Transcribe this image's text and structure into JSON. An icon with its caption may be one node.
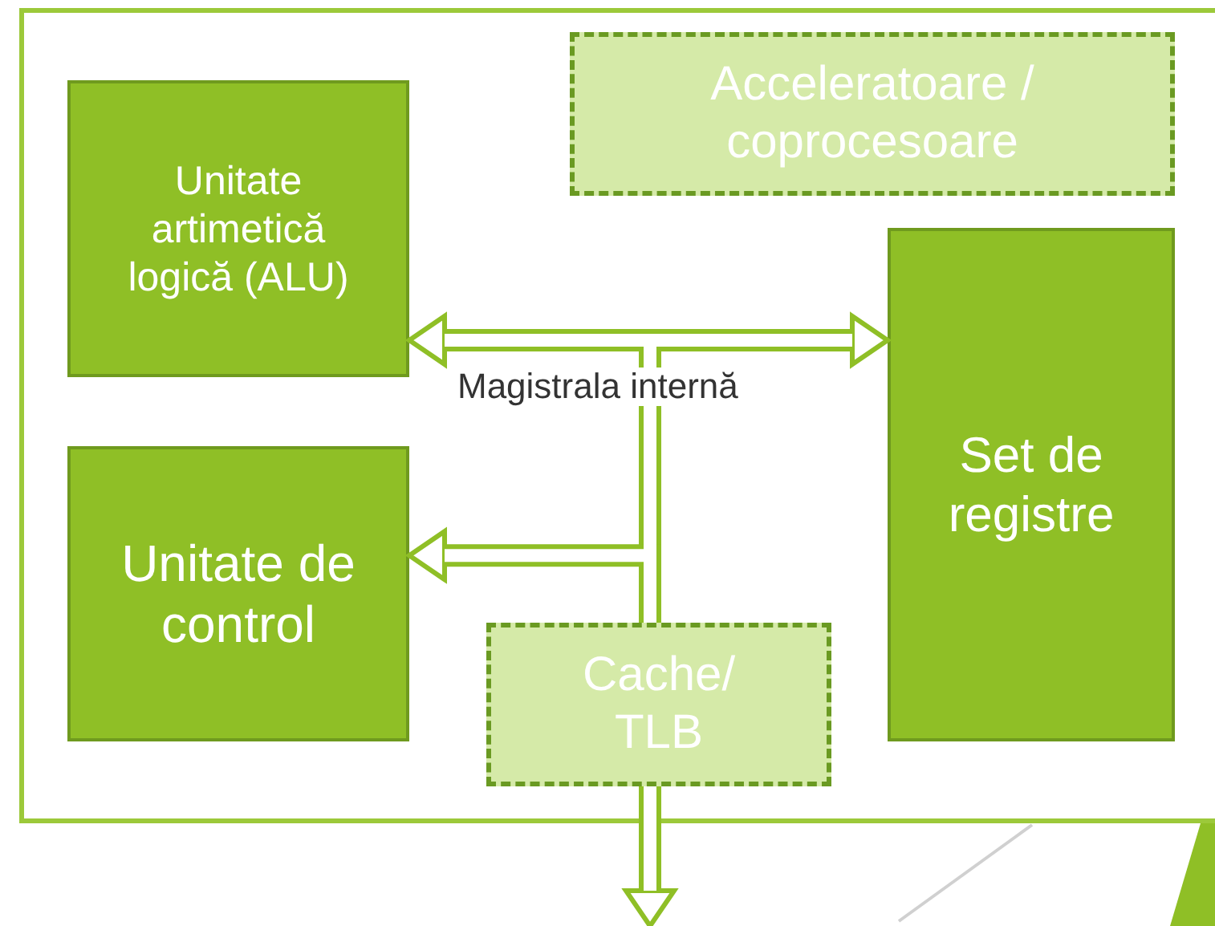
{
  "diagram": {
    "nodes": [
      {
        "text": [],
        "shape": "box"
      },
      {
        "text": [
          "Unitate artimetică logică (ALU)"
        ],
        "in": 0
      },
      {
        "text": [
          "Acceleratoare / coprocesoare"
        ],
        "in": 0
      },
      {
        "text": [
          "Set de registre"
        ],
        "in": 0
      },
      {
        "text": [
          "Unitate de control"
        ],
        "in": 0
      },
      {
        "text": [
          "Cache/ TLB"
        ],
        "in": 0
      }
    ],
    "edges": [
      {
        "from": 1,
        "to": 3,
        "arrow": "both",
        "label": "Magistrala internă"
      },
      {
        "from": 5,
        "to": 4,
        "arrow": "to"
      },
      {
        "from": 5,
        "to": null,
        "arrow": "to"
      }
    ]
  }
}
